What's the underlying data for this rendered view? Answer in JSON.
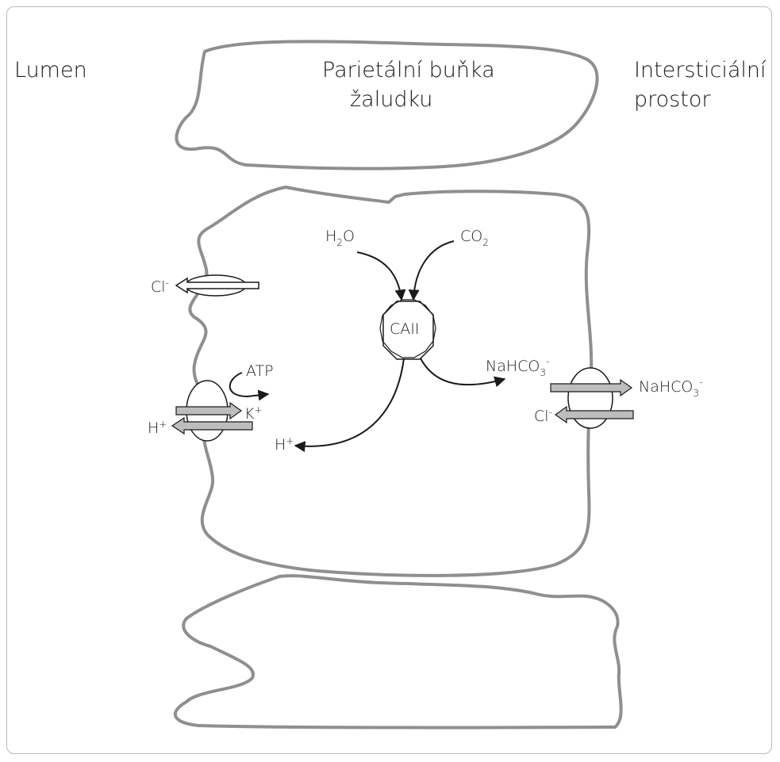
{
  "labels": {
    "lumen": "Lumen",
    "cell_title_line1": "Parietální buňka",
    "cell_title_line2": "žaludku",
    "interstitium_line1": "Intersticiální",
    "interstitium_line2": "prostor"
  },
  "molecules": {
    "h2o_base": "H",
    "h2o_sub": "2",
    "h2o_tail": "O",
    "co2_base": "CO",
    "co2_sub": "2",
    "enzyme": "CAII",
    "atp": "ATP",
    "h_plus_inner": "H",
    "h_plus_lumen": "H",
    "plus_sup": "+",
    "k_plus": "K",
    "cl_lumen": "Cl",
    "cl_inter": "Cl",
    "minus_sup": "-",
    "nahco3_base": "NaHCO",
    "nahco3_sub": "3",
    "nahco3_sup": "-"
  },
  "colors": {
    "cell_outline": "#8f8f8f",
    "arrow_fill": "#bdbdbd",
    "frame": "#b9b9b9"
  }
}
